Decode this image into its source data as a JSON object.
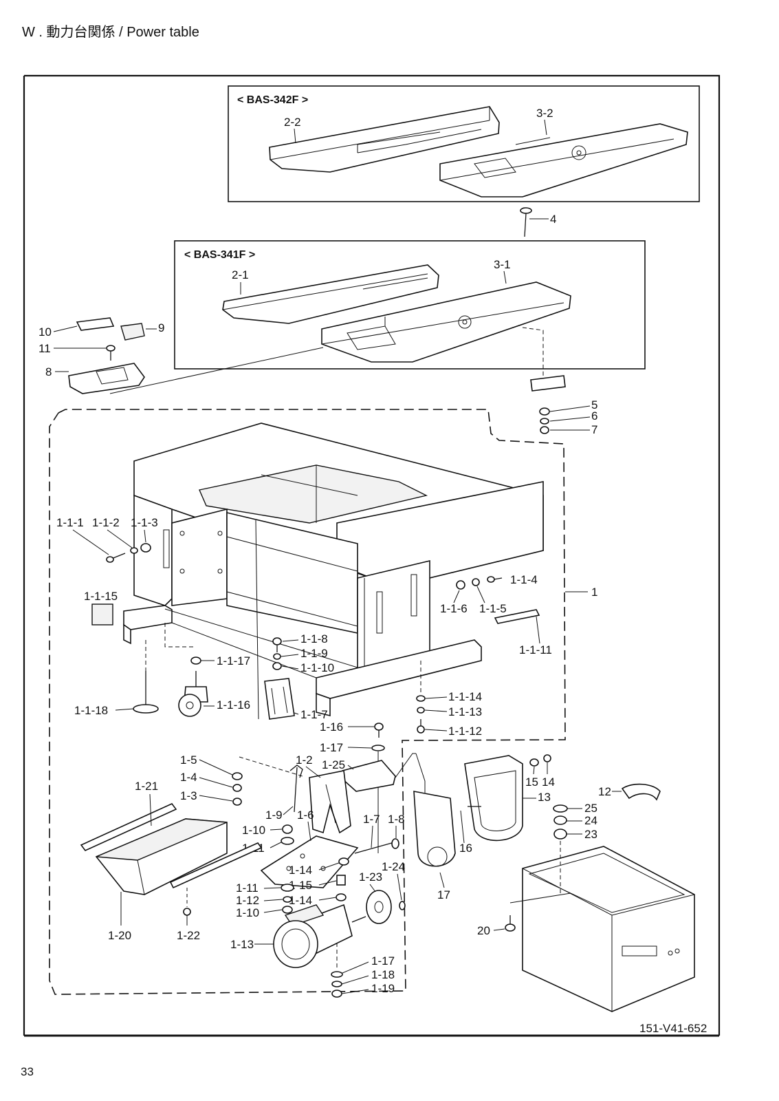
{
  "header": {
    "title": "W . 動力台関係 / Power table"
  },
  "footer": {
    "drawing_code": "151-V41-652",
    "page_number": "33"
  },
  "groups": {
    "bas342f": "< BAS-342F >",
    "bas341f": "< BAS-341F >"
  },
  "labels": {
    "p2_2": "2-2",
    "p3_2": "3-2",
    "p4": "4",
    "p2_1": "2-1",
    "p3_1": "3-1",
    "p10": "10",
    "p9": "9",
    "p11": "11",
    "p8": "8",
    "p5": "5",
    "p6": "6",
    "p7": "7",
    "p1": "1",
    "p1_1_1": "1-1-1",
    "p1_1_2": "1-1-2",
    "p1_1_3": "1-1-3",
    "p1_1_4": "1-1-4",
    "p1_1_5": "1-1-5",
    "p1_1_6": "1-1-6",
    "p1_1_7": "1-1-7",
    "p1_1_8": "1-1-8",
    "p1_1_9": "1-1-9",
    "p1_1_10": "1-1-10",
    "p1_1_11": "1-1-11",
    "p1_1_12": "1-1-12",
    "p1_1_13": "1-1-13",
    "p1_1_14": "1-1-14",
    "p1_1_15": "1-1-15",
    "p1_1_16": "1-1-16",
    "p1_1_17": "1-1-17",
    "p1_1_18": "1-1-18",
    "p1_2": "1-2",
    "p1_3": "1-3",
    "p1_4": "1-4",
    "p1_5": "1-5",
    "p1_6": "1-6",
    "p1_7": "1-7",
    "p1_8": "1-8",
    "p1_9": "1-9",
    "p1_10a": "1-10",
    "p1_10b": "1-10",
    "p1_11a": "1-11",
    "p1_11b": "1-11",
    "p1_12": "1-12",
    "p1_13": "1-13",
    "p1_14a": "1-14",
    "p1_14b": "1-14",
    "p1_15": "1-15",
    "p1_16": "1-16",
    "p1_17a": "1-17",
    "p1_17b": "1-17",
    "p1_18": "1-18",
    "p1_19": "1-19",
    "p1_20": "1-20",
    "p1_21": "1-21",
    "p1_22": "1-22",
    "p1_23": "1-23",
    "p1_24": "1-24",
    "p1_25": "1-25",
    "p12": "12",
    "p13": "13",
    "p14": "14",
    "p15": "15",
    "p16": "16",
    "p17": "17",
    "p20": "20",
    "p23": "23",
    "p24": "24",
    "p25": "25"
  }
}
